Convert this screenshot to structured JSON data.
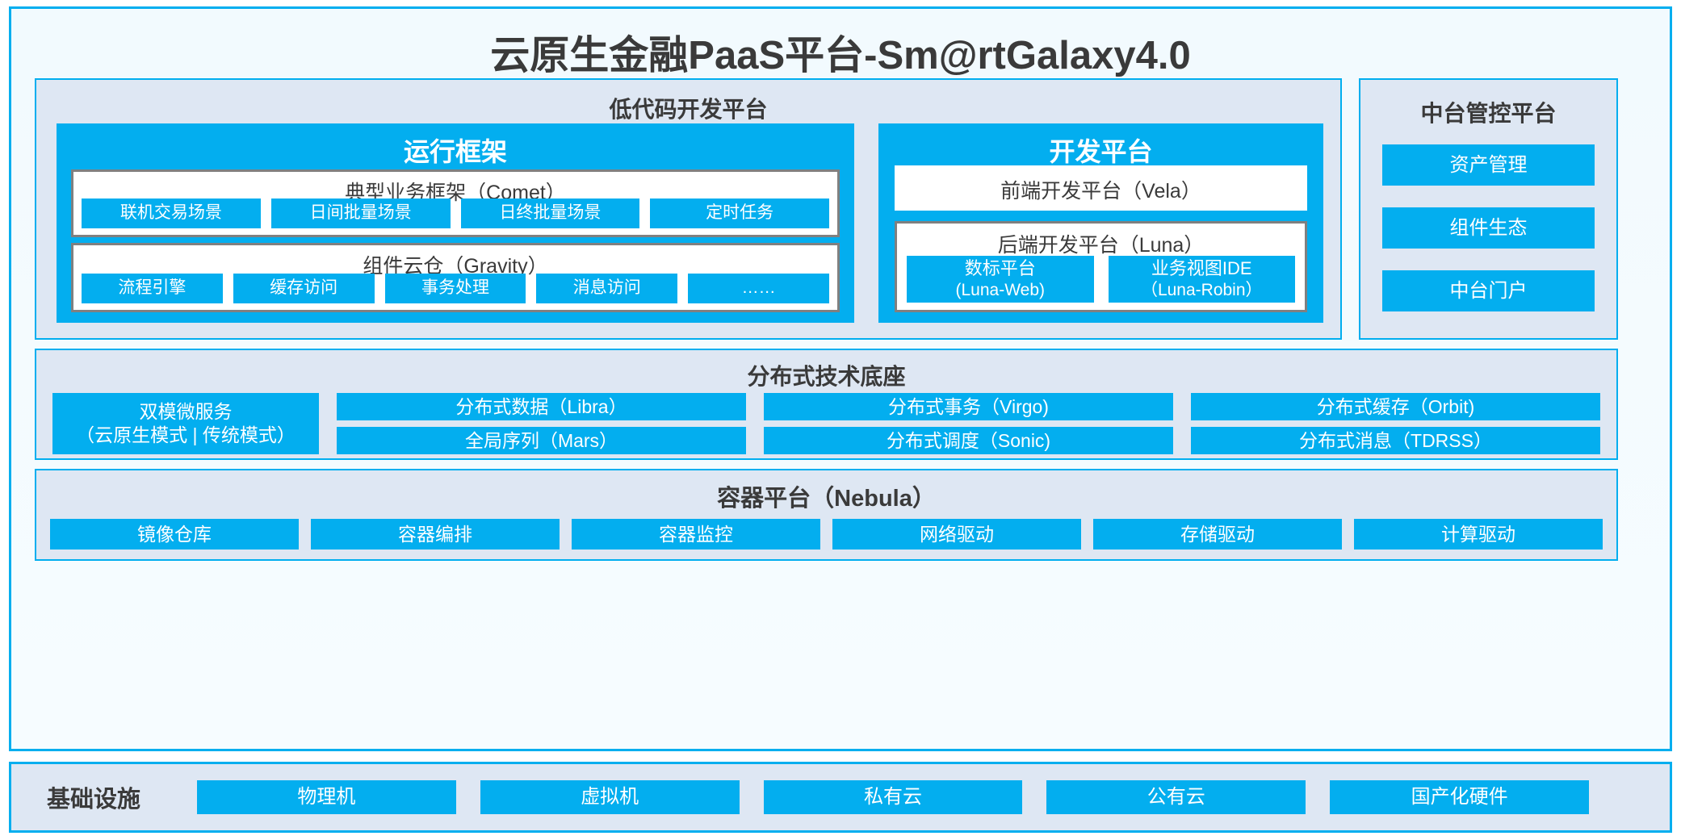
{
  "page": {
    "title": "云原生金融PaaS平台-Sm@rtGalaxy4.0",
    "accent_color": "#03AEEF",
    "panel_color": "#DEE7F3",
    "canvas_color": "#F4FAFE",
    "border_gray": "#808080",
    "text_dark": "#3A3A3A"
  },
  "lowcode": {
    "title": "低代码开发平台",
    "runtime": {
      "title": "运行框架",
      "comet": {
        "title": "典型业务框架（Comet）",
        "items": [
          {
            "label": "联机交易场景"
          },
          {
            "label": "日间批量场景"
          },
          {
            "label": "日终批量场景"
          },
          {
            "label": "定时任务"
          }
        ]
      },
      "gravity": {
        "title": "组件云仓（Gravity）",
        "items": [
          {
            "label": "流程引擎"
          },
          {
            "label": "缓存访问"
          },
          {
            "label": "事务处理"
          },
          {
            "label": "消息访问"
          },
          {
            "label": "……"
          }
        ]
      }
    },
    "devplatform": {
      "title": "开发平台",
      "frontend": {
        "title": "前端开发平台（Vela）"
      },
      "backend": {
        "title": "后端开发平台（Luna）",
        "items": [
          {
            "label": "数标平台",
            "sub": "(Luna-Web)"
          },
          {
            "label": "业务视图IDE",
            "sub": "（Luna-Robin）"
          }
        ]
      }
    }
  },
  "midoffice": {
    "title": "中台管控平台",
    "items": [
      {
        "label": "资产管理"
      },
      {
        "label": "组件生态"
      },
      {
        "label": "中台门户"
      }
    ]
  },
  "distributed": {
    "title": "分布式技术底座",
    "featured": {
      "label": "双模微服务",
      "sub": "（云原生模式 | 传统模式）"
    },
    "columns": [
      {
        "items": [
          {
            "label": "分布式数据（Libra）"
          },
          {
            "label": "全局序列（Mars）"
          }
        ]
      },
      {
        "items": [
          {
            "label": "分布式事务（Virgo)"
          },
          {
            "label": "分布式调度（Sonic)"
          }
        ]
      },
      {
        "items": [
          {
            "label": "分布式缓存（Orbit)"
          },
          {
            "label": "分布式消息（TDRSS）"
          }
        ]
      }
    ]
  },
  "container": {
    "title": "容器平台（Nebula）",
    "items": [
      {
        "label": "镜像仓库"
      },
      {
        "label": "容器编排"
      },
      {
        "label": "容器监控"
      },
      {
        "label": "网络驱动"
      },
      {
        "label": "存储驱动"
      },
      {
        "label": "计算驱动"
      }
    ]
  },
  "infrastructure": {
    "label": "基础设施",
    "items": [
      {
        "label": "物理机"
      },
      {
        "label": "虚拟机"
      },
      {
        "label": "私有云"
      },
      {
        "label": "公有云"
      },
      {
        "label": "国产化硬件"
      }
    ]
  }
}
